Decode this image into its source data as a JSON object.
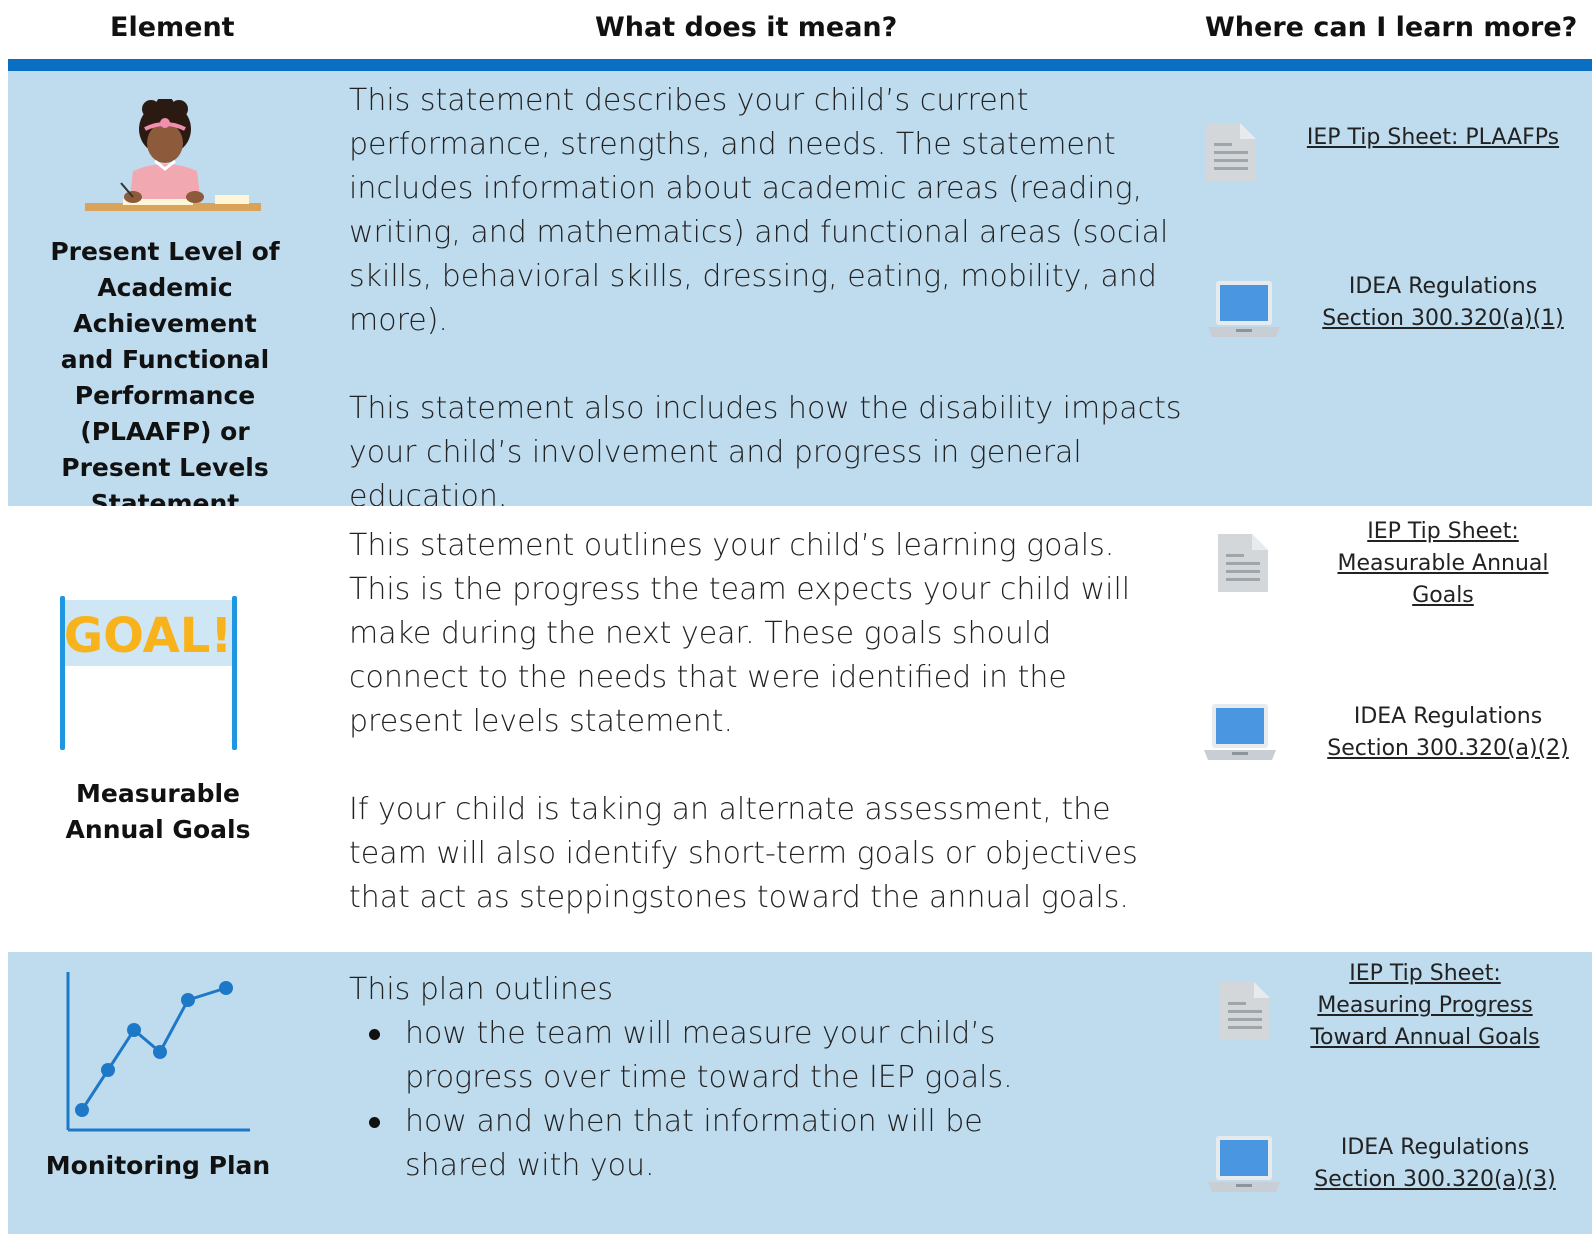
{
  "header": {
    "element": "Element",
    "meaning": "What does it mean?",
    "learn_more": "Where can I learn more?"
  },
  "colors": {
    "header_bar": "#0a6fc2",
    "row_blue": "#bfdcef",
    "row_white": "#ffffff",
    "doc_icon": "#d3d7da",
    "laptop_screen": "#4a96e0",
    "goal_text": "#f7b21c",
    "goal_poles": "#1e96e0",
    "chart_line": "#1e78c8"
  },
  "rows": [
    {
      "element_title": "Present Level of Academic Achievement and Functional Performance (PLAAFP) or Present Levels Statement",
      "image_icon": "girl-writing-illustration",
      "paragraphs": [
        "This statement describes your child’s current performance, strengths, and needs. The statement includes information about academic areas (reading, writing, and mathematics) and functional areas (social skills, behavioral skills, dressing, eating, mobility, and more).",
        "This statement also includes how the disability impacts your child’s involvement and progress in general education."
      ],
      "resources": [
        {
          "icon": "document-icon",
          "link": "IEP Tip Sheet: PLAAFPs"
        },
        {
          "icon": "laptop-icon",
          "text": "IDEA Regulations",
          "link": "Section 300.320(a)(1)"
        }
      ]
    },
    {
      "element_title": "Measurable Annual Goals",
      "image_icon": "goal-sign-illustration",
      "image_text": "GOAL!",
      "paragraphs": [
        "This statement outlines your child’s learning goals. This is the progress the team expects your child will make during the next year. These goals should connect to the needs that were identified in the present levels statement.",
        "If your child is taking an alternate assessment, the team will also identify short-term goals or objectives that act as steppingstones toward the annual goals."
      ],
      "resources": [
        {
          "icon": "document-icon",
          "link": "IEP Tip Sheet: Measurable Annual Goals"
        },
        {
          "icon": "laptop-icon",
          "text": "IDEA Regulations",
          "link": "Section 300.320(a)(2)"
        }
      ]
    },
    {
      "element_title": "Monitoring Plan",
      "image_icon": "line-chart-illustration",
      "intro": "This plan outlines",
      "bullets": [
        "how the team will measure your child’s progress over time toward the IEP goals.",
        "how and when that information will be shared with you."
      ],
      "resources": [
        {
          "icon": "document-icon",
          "link": "IEP Tip Sheet: Measuring Progress Toward Annual Goals"
        },
        {
          "icon": "laptop-icon",
          "text": "IDEA Regulations",
          "link": "Section 300.320(a)(3)"
        }
      ]
    }
  ]
}
